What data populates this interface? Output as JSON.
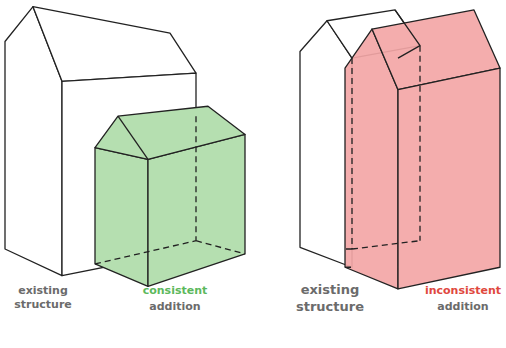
{
  "diagram": {
    "labels": [
      "existing structure",
      "consistent",
      "addition",
      "existing structure",
      "inconsistent",
      "addition"
    ]
  }
}
